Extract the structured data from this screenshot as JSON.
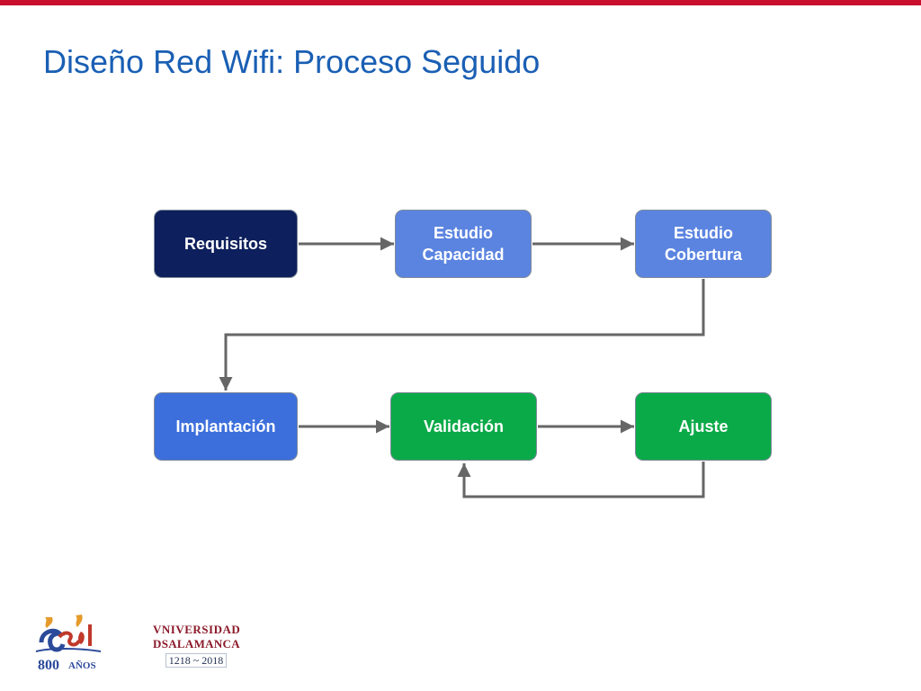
{
  "slide": {
    "title": "Diseño Red Wifi: Proceso Seguido"
  },
  "colors": {
    "top_bar": "#c8102e",
    "title": "#1a5fb4",
    "connector": "#666666"
  },
  "nodes": [
    {
      "id": "requisitos",
      "label": "Requisitos",
      "color": "#0d1f5c"
    },
    {
      "id": "capacidad",
      "label": "Estudio\nCapacidad",
      "color": "#5b84e0"
    },
    {
      "id": "cobertura",
      "label": "Estudio\nCobertura",
      "color": "#5b84e0"
    },
    {
      "id": "implantacion",
      "label": "Implantación",
      "color": "#3c6fdc"
    },
    {
      "id": "validacion",
      "label": "Validación",
      "color": "#0aaa48"
    },
    {
      "id": "ajuste",
      "label": "Ajuste",
      "color": "#0aaa48"
    }
  ],
  "edges": [
    {
      "from": "requisitos",
      "to": "capacidad"
    },
    {
      "from": "capacidad",
      "to": "cobertura"
    },
    {
      "from": "cobertura",
      "to": "implantacion"
    },
    {
      "from": "implantacion",
      "to": "validacion"
    },
    {
      "from": "validacion",
      "to": "ajuste"
    },
    {
      "from": "ajuste",
      "to": "validacion"
    }
  ],
  "logos": {
    "usal_anniversary": {
      "text": "USal 800 AÑOS"
    },
    "university": {
      "line1": "VNIVERSIDAD",
      "line2": "DSALAMANCA",
      "years": "1218 ~ 2018"
    }
  }
}
